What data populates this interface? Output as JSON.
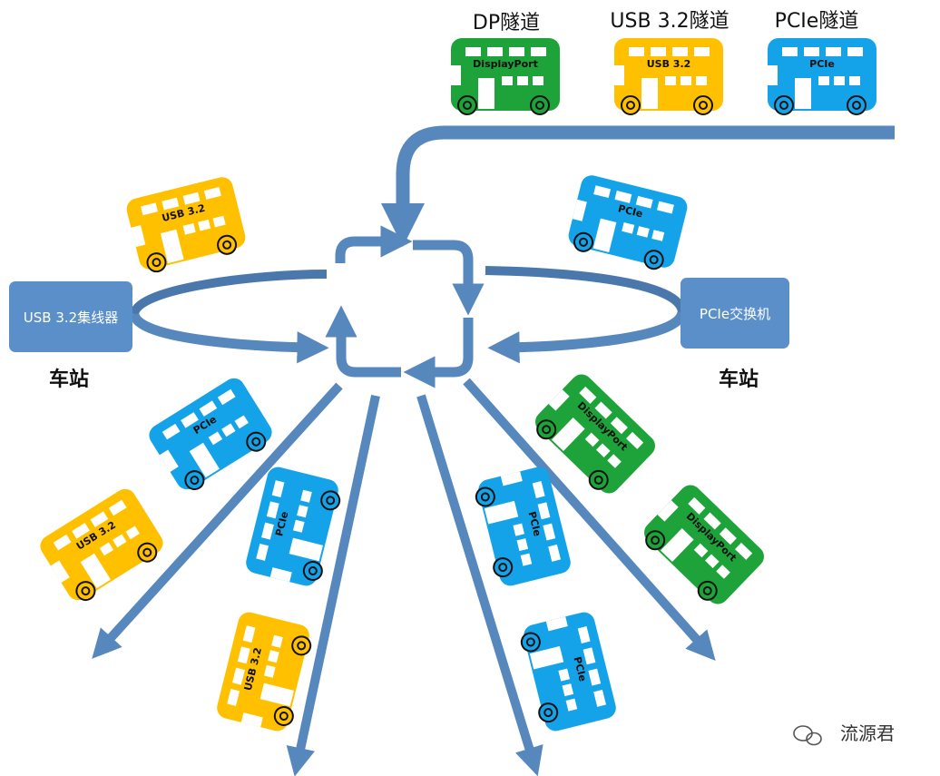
{
  "colors": {
    "arrow": "#5687bd",
    "box": "#5b8fc9",
    "usb": "#ffc000",
    "dp": "#1ea33a",
    "pcie": "#14a3e8"
  },
  "tunnels": [
    {
      "heading": "DP隧道",
      "bus_label": "DisplayPort",
      "color": "#1ea33a"
    },
    {
      "heading": "USB 3.2隧道",
      "bus_label": "USB 3.2",
      "color": "#ffc000"
    },
    {
      "heading": "PCIe隧道",
      "bus_label": "PCIe",
      "color": "#14a3e8"
    }
  ],
  "stations": {
    "left_box": "USB 3.2集线器",
    "right_box": "PCIe交换机",
    "left_label": "车站",
    "right_label": "车站"
  },
  "buses": [
    {
      "label": "USB 3.2",
      "color": "#ffc000"
    },
    {
      "label": "PCIe",
      "color": "#14a3e8"
    },
    {
      "label": "PCIe",
      "color": "#14a3e8"
    },
    {
      "label": "USB 3.2",
      "color": "#ffc000"
    },
    {
      "label": "PCIe",
      "color": "#14a3e8"
    },
    {
      "label": "USB 3.2",
      "color": "#ffc000"
    },
    {
      "label": "PCIe",
      "color": "#14a3e8"
    },
    {
      "label": "PCIe",
      "color": "#14a3e8"
    },
    {
      "label": "DisplayPort",
      "color": "#1ea33a"
    },
    {
      "label": "DisplayPort",
      "color": "#1ea33a"
    }
  ],
  "watermark": {
    "icon": "wechat-icon",
    "text": "流源君"
  }
}
